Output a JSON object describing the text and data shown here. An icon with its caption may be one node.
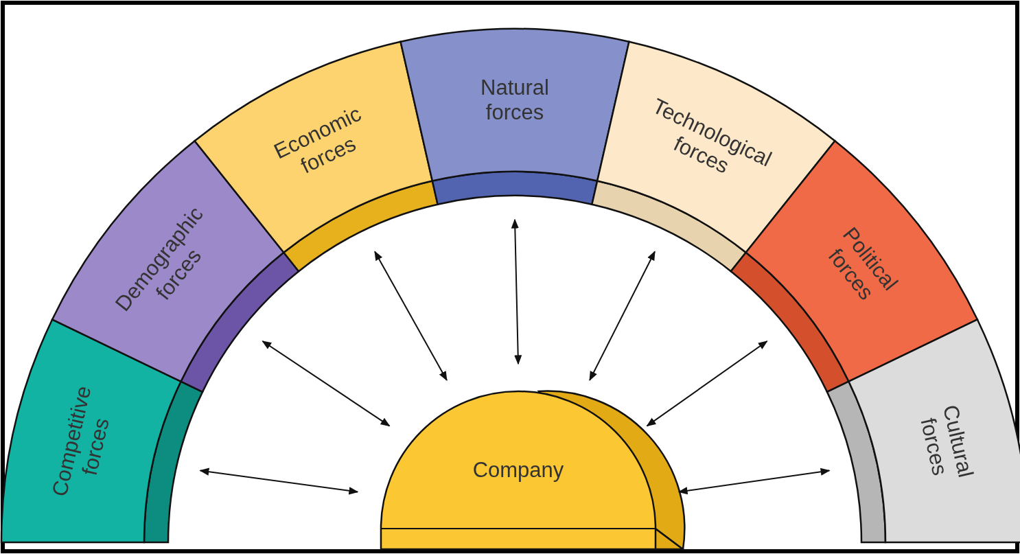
{
  "diagram": {
    "nodes": [
      {
        "text": [
          "Competitive forces"
        ]
      },
      {
        "text": [
          "Demographic forces"
        ]
      },
      {
        "text": [
          "Economic forces"
        ]
      },
      {
        "text": [
          "Natural forces"
        ]
      },
      {
        "text": [
          "Technological forces"
        ]
      },
      {
        "text": [
          "Political forces"
        ]
      },
      {
        "text": [
          "Cultural forces"
        ]
      },
      {
        "text": [
          "Company"
        ]
      }
    ],
    "edges": [
      {
        "from": 7,
        "to": 0,
        "arrow": "both"
      },
      {
        "from": 7,
        "to": 1,
        "arrow": "both"
      },
      {
        "from": 7,
        "to": 2,
        "arrow": "both"
      },
      {
        "from": 7,
        "to": 3,
        "arrow": "both"
      },
      {
        "from": 7,
        "to": 4,
        "arrow": "both"
      },
      {
        "from": 7,
        "to": 5,
        "arrow": "both"
      },
      {
        "from": 7,
        "to": 6,
        "arrow": "both"
      }
    ]
  }
}
